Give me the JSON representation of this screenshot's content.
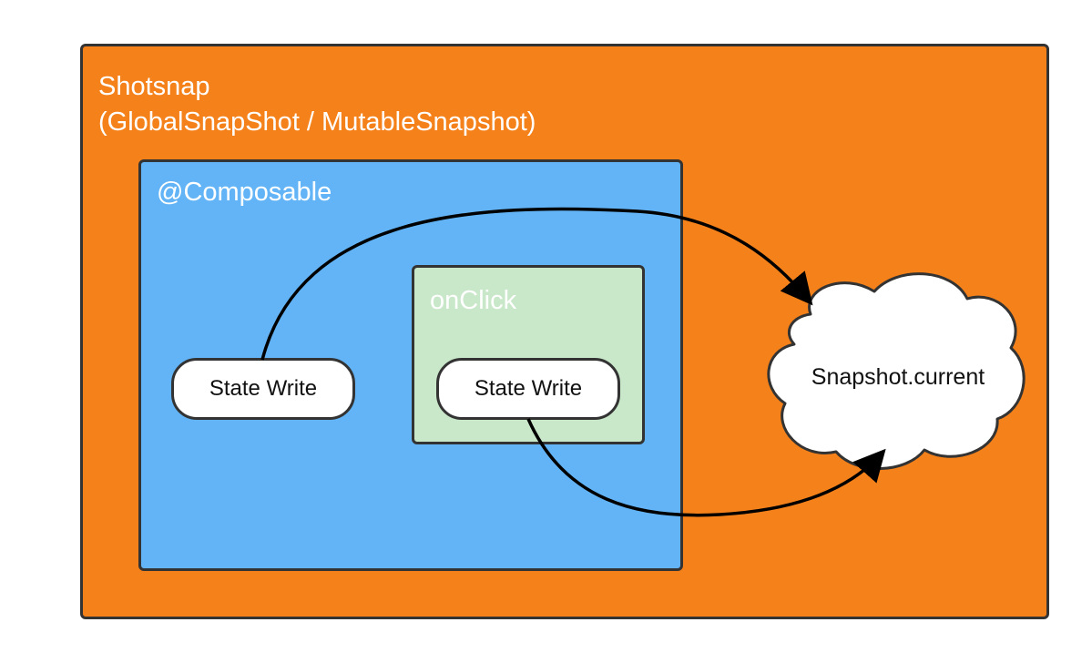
{
  "outer": {
    "title": "Shotsnap",
    "subtitle": "(GlobalSnapShot / MutableSnapshot)"
  },
  "composable": {
    "title": "@Composable",
    "state_write_label": "State Write"
  },
  "onclick": {
    "title": "onClick",
    "state_write_label": "State Write"
  },
  "cloud": {
    "label": "Snapshot.current"
  },
  "colors": {
    "outer_fill": "#f5811a",
    "composable_fill": "#62b4f6",
    "onclick_fill": "#c9e7c9",
    "node_fill": "#ffffff",
    "stroke": "#333333"
  }
}
